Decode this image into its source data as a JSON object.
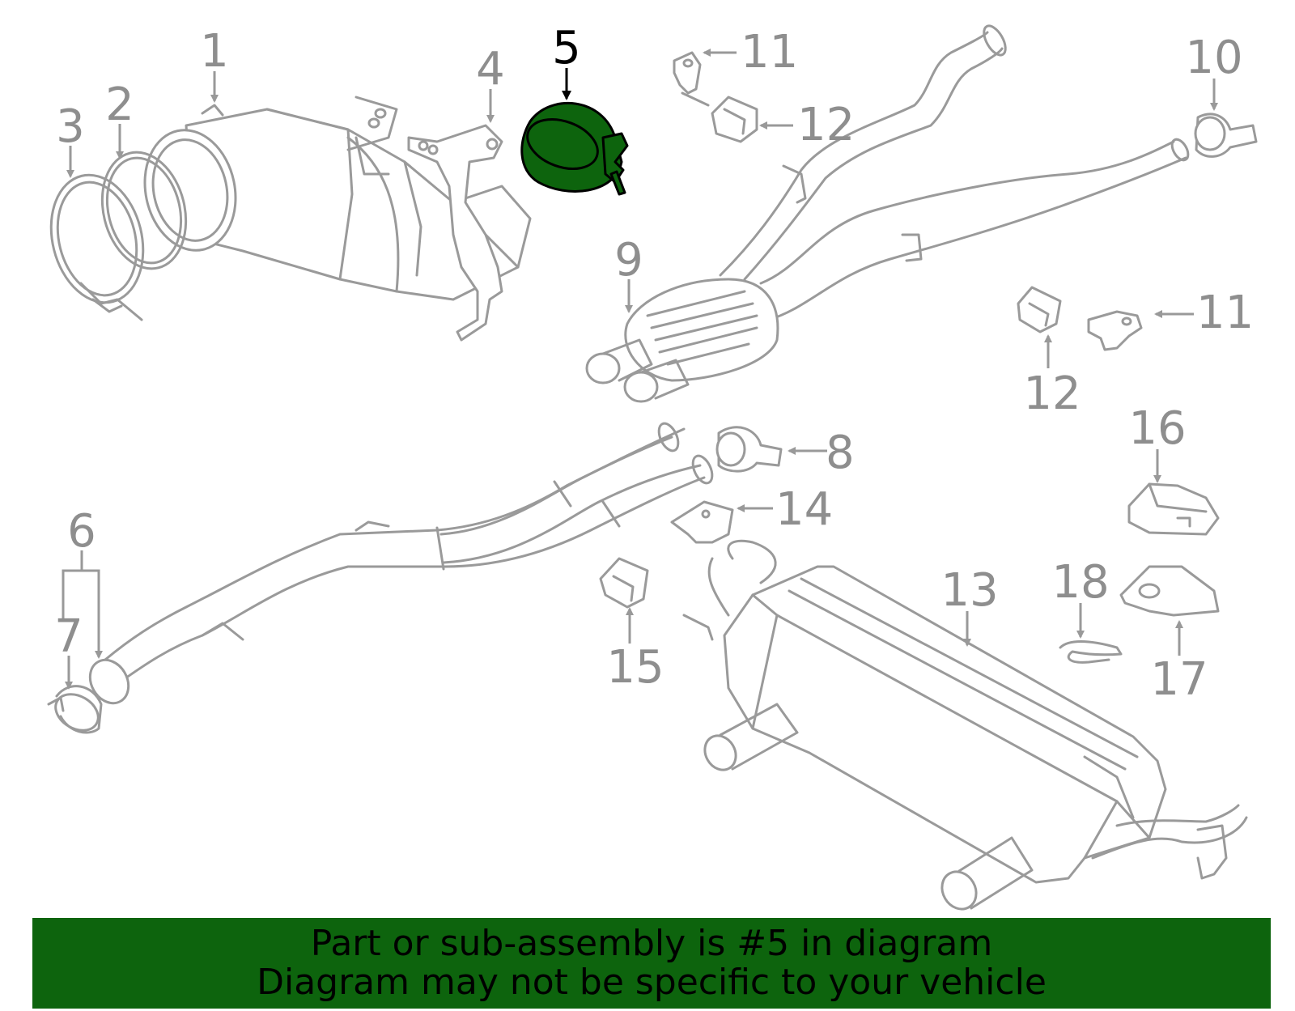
{
  "highlight_color": "#0d640d",
  "diagram": {
    "highlighted_callout": "5",
    "callouts": [
      "1",
      "2",
      "3",
      "4",
      "5",
      "6",
      "7",
      "8",
      "9",
      "10",
      "11",
      "11",
      "12",
      "12",
      "13",
      "14",
      "15",
      "16",
      "17",
      "18"
    ]
  },
  "banner": {
    "line1": "Part or sub-assembly is #5 in diagram",
    "line2": "Diagram may not be specific to your vehicle"
  }
}
